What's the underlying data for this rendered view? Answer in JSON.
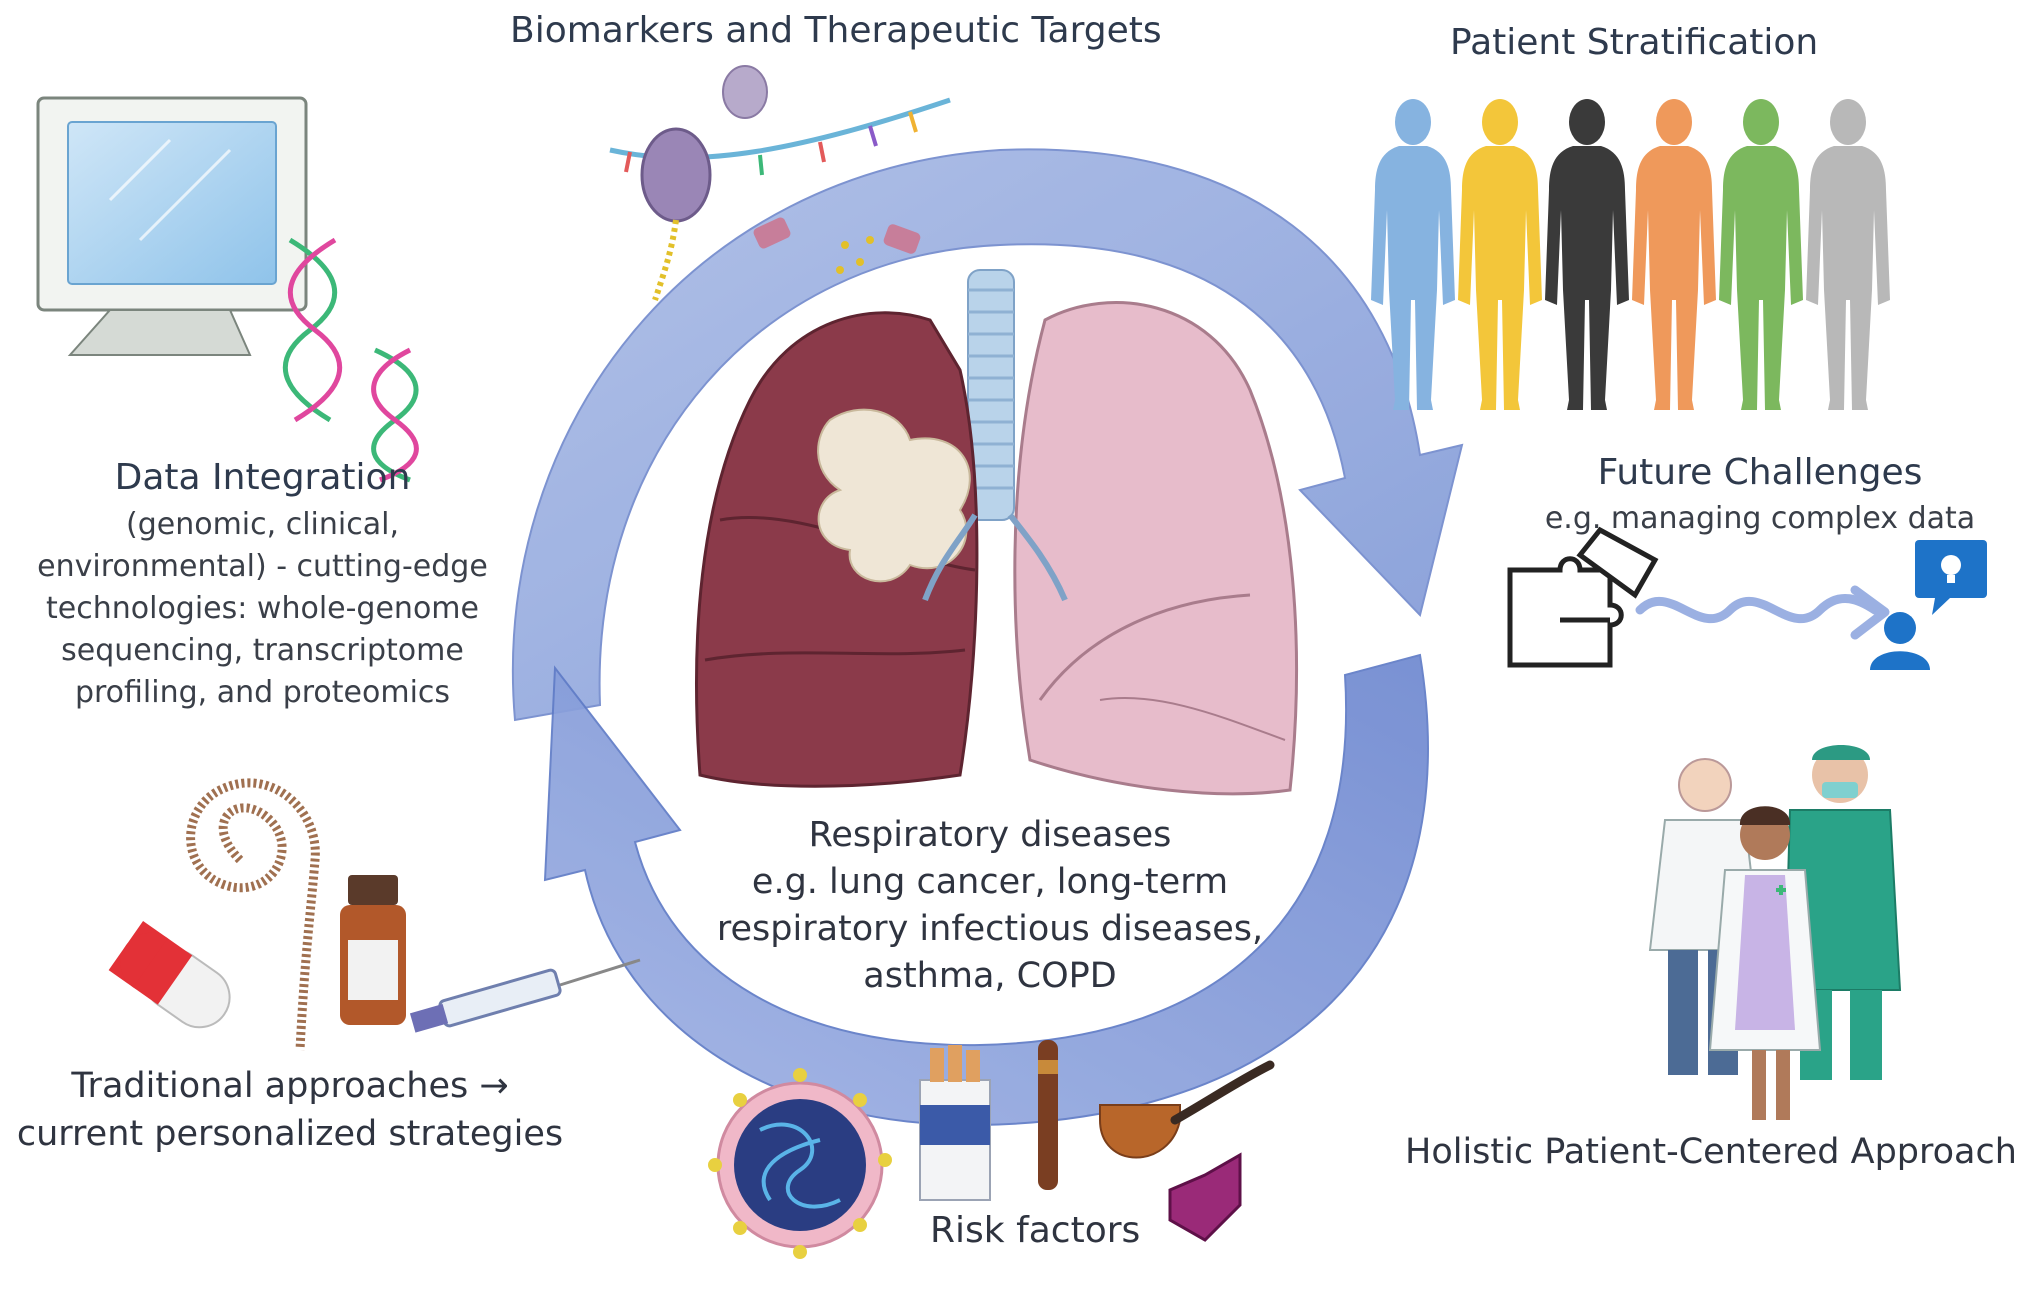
{
  "biomarkers": {
    "title": "Biomarkers and Therapeutic Targets"
  },
  "stratification": {
    "title": "Patient Stratification"
  },
  "data_integration": {
    "title": "Data Integration",
    "lines": [
      "(genomic, clinical,",
      "environmental) - cutting-edge",
      "technologies: whole-genome",
      "sequencing, transcriptome",
      "profiling, and proteomics"
    ]
  },
  "future": {
    "title": "Future Challenges",
    "subtitle": "e.g. managing complex data"
  },
  "traditional": {
    "lines": [
      "Traditional approaches →",
      "current personalized strategies"
    ]
  },
  "respiratory": {
    "title": "Respiratory diseases",
    "lines": [
      "e.g. lung cancer, long-term",
      "respiratory infectious diseases,",
      "asthma, COPD"
    ]
  },
  "risk": {
    "title": "Risk factors"
  },
  "holistic": {
    "title": "Holistic Patient-Centered Approach"
  },
  "colors": {
    "cycle_arrow": "#8fa6dc",
    "cycle_arrow_dark": "#6f88cc",
    "lung_left": "#8b3a4a",
    "lung_right": "#e7bccb",
    "figures": [
      "#86b3e0",
      "#f3c63a",
      "#3a3a3a",
      "#ef995b",
      "#7cb85e",
      "#b8b8b8"
    ]
  },
  "icons": [
    "computer-monitor-icon",
    "dna-helix-icon",
    "protein-rna-icon",
    "trachea-lungs-icon",
    "human-silhouette-icon",
    "puzzle-icon",
    "idea-person-icon",
    "doctors-team-icon",
    "pill-capsule-icon",
    "vial-icon",
    "syringe-icon",
    "virus-icon",
    "cigarettes-icon",
    "cigar-icon",
    "pipe-icon",
    "pollutant-hexagon-icon"
  ]
}
